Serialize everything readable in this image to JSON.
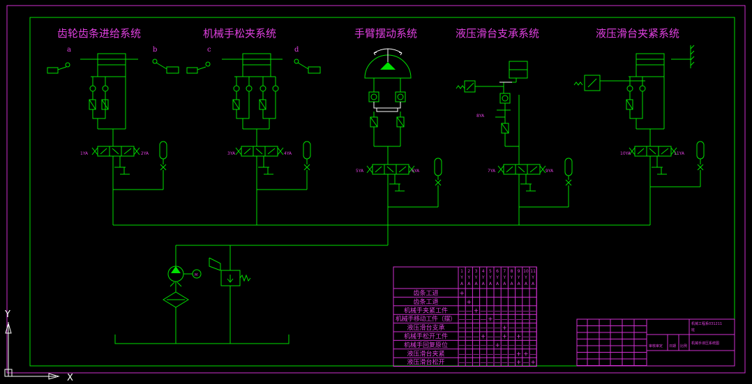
{
  "systems": [
    {
      "title": "齿轮齿条进给系统",
      "switches": [
        "a",
        "b"
      ],
      "solenoids": [
        "1YA",
        "2YA"
      ]
    },
    {
      "title": "机械手松夹系统",
      "switches": [
        "c",
        "d"
      ],
      "solenoids": [
        "3YA",
        "4YA"
      ]
    },
    {
      "title": "手臂摆动系统",
      "solenoids": [
        "5YA",
        "6YA"
      ]
    },
    {
      "title": "液压滑台支承系统",
      "solenoids": [
        "8YA",
        "7YA",
        "9YA"
      ]
    },
    {
      "title": "液压滑台夹紧系统",
      "solenoids": [
        "10YA",
        "11YA"
      ]
    }
  ],
  "motor_label": "M",
  "action_table": {
    "solenoid_headers": [
      [
        "1",
        "Y",
        "A"
      ],
      [
        "2",
        "Y",
        "A"
      ],
      [
        "3",
        "Y",
        "A"
      ],
      [
        "4",
        "Y",
        "A"
      ],
      [
        "5",
        "Y",
        "A"
      ],
      [
        "6",
        "Y",
        "A"
      ],
      [
        "7",
        "Y",
        "A"
      ],
      [
        "8",
        "Y",
        "A"
      ],
      [
        "9",
        "Y",
        "A"
      ],
      [
        "10",
        "Y",
        "A"
      ],
      [
        "11",
        "Y",
        "A"
      ]
    ],
    "rows": [
      {
        "action": "齿条工进",
        "states": [
          "+",
          "",
          "",
          "",
          "",
          "",
          "",
          "",
          "",
          "",
          ""
        ]
      },
      {
        "action": "齿条工退",
        "states": [
          "",
          "+",
          "",
          "",
          "",
          "",
          "",
          "",
          "",
          "",
          ""
        ]
      },
      {
        "action": "机械手夹紧工件",
        "states": [
          "—",
          "—",
          "+",
          "—",
          "—",
          "—",
          "—",
          "—",
          "—",
          "—",
          "—"
        ]
      },
      {
        "action": "机械手移动工件（摆）",
        "states": [
          "—",
          "—",
          "—",
          "—",
          "+",
          "—",
          "—",
          "—",
          "—",
          "—",
          "—"
        ]
      },
      {
        "action": "液压滑台支承",
        "states": [
          "—",
          "—",
          "—",
          "—",
          "—",
          "—",
          "+",
          "—",
          "—",
          "—",
          "—"
        ]
      },
      {
        "action": "机械手松开工件",
        "states": [
          "—",
          "—",
          "—",
          "+",
          "—",
          "—",
          "+",
          "—",
          "+",
          "—",
          "—"
        ]
      },
      {
        "action": "机械手回复原位",
        "states": [
          "—",
          "—",
          "—",
          "—",
          "—",
          "+",
          "—",
          "—",
          "—",
          "—",
          "—"
        ]
      },
      {
        "action": "液压滑台夹紧",
        "states": [
          "—",
          "—",
          "—",
          "—",
          "—",
          "—",
          "—",
          "—",
          "+",
          "+",
          "—"
        ]
      },
      {
        "action": "液压滑台松开",
        "states": [
          "—",
          "—",
          "—",
          "—",
          "—",
          "—",
          "—",
          "—",
          "+",
          "—",
          "+"
        ]
      }
    ]
  },
  "title_block": {
    "drawing_title": "机械手液压系统图",
    "class_line1": "机械工程系031211",
    "class_line2": "班",
    "sign_labels": [
      "审核审定",
      "日期",
      "比例"
    ]
  },
  "ucs": {
    "y_label": "Y",
    "x_label": "X"
  }
}
